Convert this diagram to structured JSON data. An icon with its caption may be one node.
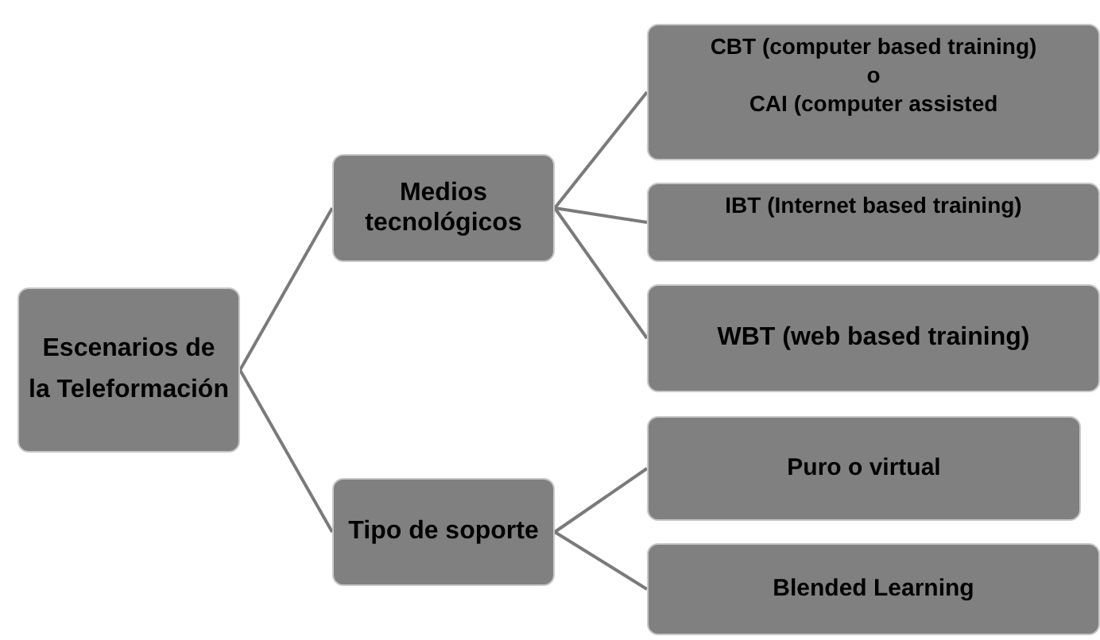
{
  "diagram": {
    "nodes": [
      {
        "text": [
          "Escenarios de la Teleformación"
        ]
      },
      {
        "text": [
          "Medios tecnológicos"
        ]
      },
      {
        "text": [
          "Tipo de soporte"
        ]
      },
      {
        "text": [
          "CBT  (computer based training)",
          "o",
          "CAI (computer assisted"
        ]
      },
      {
        "text": [
          "IBT  (Internet based training)"
        ]
      },
      {
        "text": [
          "WBT (web based training)"
        ]
      },
      {
        "text": [
          "Puro  o  virtual"
        ]
      },
      {
        "text": [
          "Blended Learning"
        ]
      }
    ],
    "edges": [
      {
        "from": 0,
        "to": 1,
        "arrow": "none"
      },
      {
        "from": 0,
        "to": 2,
        "arrow": "none"
      },
      {
        "from": 1,
        "to": 3,
        "arrow": "none"
      },
      {
        "from": 1,
        "to": 4,
        "arrow": "none"
      },
      {
        "from": 1,
        "to": 5,
        "arrow": "none"
      },
      {
        "from": 2,
        "to": 6,
        "arrow": "none"
      },
      {
        "from": 2,
        "to": 7,
        "arrow": "none"
      }
    ]
  }
}
